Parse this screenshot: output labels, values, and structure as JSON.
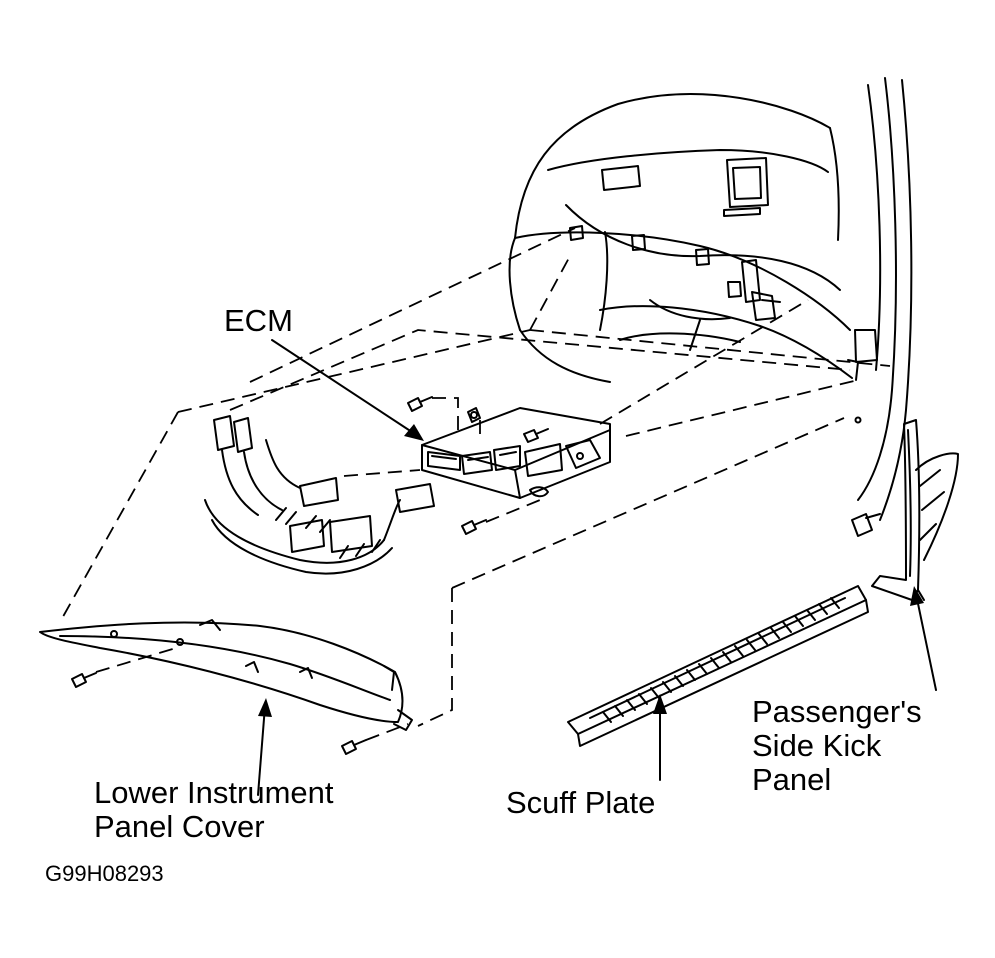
{
  "labels": {
    "ecm": "ECM",
    "lower_instrument_panel_cover": [
      "Lower Instrument",
      "Panel Cover"
    ],
    "scuff_plate": "Scuff Plate",
    "passengers_side_kick_panel": [
      "Passenger's",
      "Side Kick",
      "Panel"
    ]
  },
  "figure_id": "G99H08293",
  "colors": {
    "line": "#000000",
    "background": "#ffffff"
  }
}
